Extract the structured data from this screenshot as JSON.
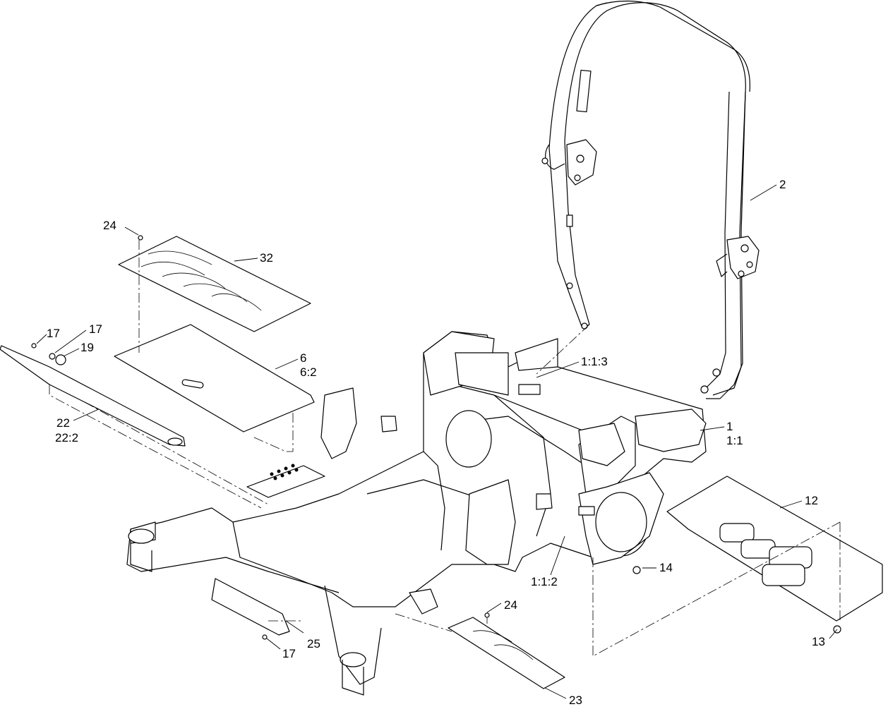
{
  "callouts": {
    "c2": "2",
    "c32": "32",
    "c24a": "24",
    "c17a": "17",
    "c17b": "17",
    "c19": "19",
    "c6": "6",
    "c6_2": "6:2",
    "c22": "22",
    "c22_2": "22:2",
    "c1_1_3": "1:1:3",
    "c1": "1",
    "c1_1": "1:1",
    "c12": "12",
    "c14": "14",
    "c1_1_2": "1:1:2",
    "c13": "13",
    "c24b": "24",
    "c25": "25",
    "c17c": "17",
    "c23": "23"
  }
}
